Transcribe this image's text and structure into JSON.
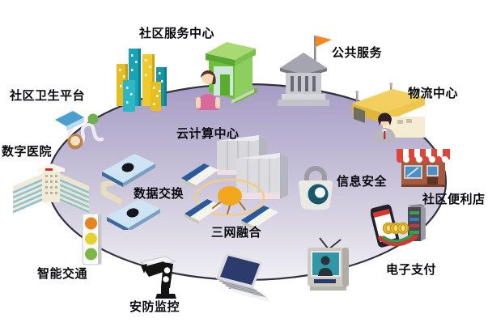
{
  "diagram": {
    "type": "isometric-smart-community-infographic",
    "platform": {
      "shape": "ellipse",
      "fill_top": "#a69cc5",
      "fill_bottom": "#f0eff4",
      "stroke": "#32323e"
    },
    "nodes": [
      {
        "id": "community-service-center",
        "label": "社区服务中心",
        "icon": "city-buildings-icon"
      },
      {
        "id": "public-services",
        "label": "公共服务",
        "icon": "government-building-icon"
      },
      {
        "id": "community-health-platform",
        "label": "社区卫生平台",
        "icon": "stethoscope-icon"
      },
      {
        "id": "logistics-center",
        "label": "物流中心",
        "icon": "warehouse-icon"
      },
      {
        "id": "digital-hospital",
        "label": "数字医院",
        "icon": "hospital-building-icon"
      },
      {
        "id": "cloud-computing-center",
        "label": "云计算中心",
        "icon": "server-racks-icon"
      },
      {
        "id": "information-security",
        "label": "信息安全",
        "icon": "padlock-icon"
      },
      {
        "id": "community-store",
        "label": "社区便利店",
        "icon": "storefront-icon"
      },
      {
        "id": "data-exchange",
        "label": "数据交换",
        "icon": "data-pads-icon"
      },
      {
        "id": "triple-network-convergence",
        "label": "三网融合",
        "icon": "clipboards-hub-icon"
      },
      {
        "id": "smart-transportation",
        "label": "智能交通",
        "icon": "traffic-light-icon"
      },
      {
        "id": "electronic-payment",
        "label": "电子支付",
        "icon": "mobile-payment-icon"
      },
      {
        "id": "security-monitoring",
        "label": "安防监控",
        "icon": "cctv-camera-icon"
      }
    ],
    "palette": {
      "building_yellow": "#eec521",
      "building_teal": "#1aa2b4",
      "house_green": "#6cbf3a",
      "gov_gray": "#a5a5af",
      "flag_orange": "#f6871f",
      "warehouse_yellow": "#f2cf5e",
      "store_red": "#e04438",
      "store_brown": "#a55a3f",
      "lock_teal": "#17586e",
      "pad_blue": "#cfe4f2",
      "hub_orange": "#f3a71c",
      "traffic_orange": "#e8821c",
      "traffic_yellow": "#e6d22e",
      "traffic_green": "#7cb844",
      "screen_navy": "#2c3b6e",
      "tv_teal": "#2f97a8",
      "coin_gold": "#f0c030",
      "label_color": "#0b0b0f"
    }
  }
}
